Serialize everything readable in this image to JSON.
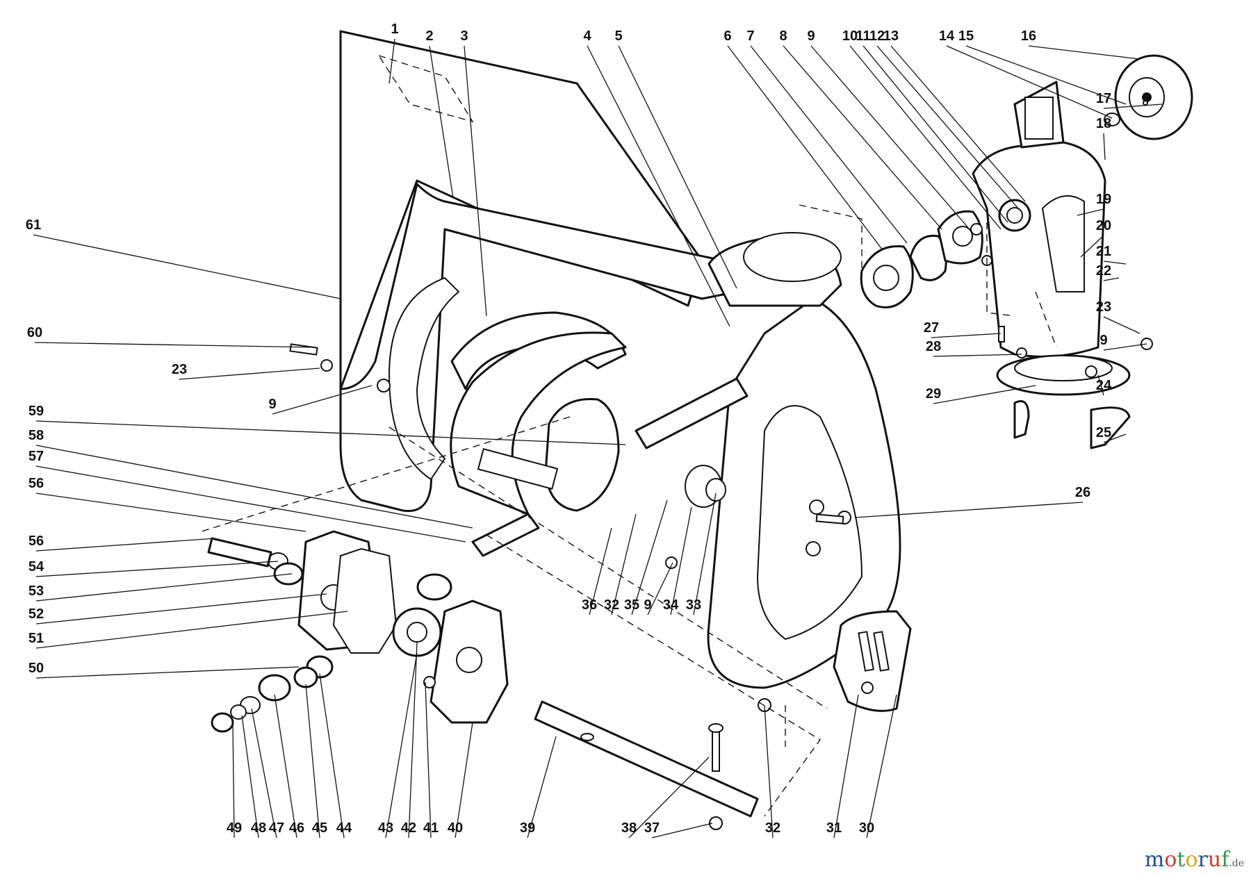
{
  "labels": [
    {
      "text": "1"
    },
    {
      "text": "2"
    },
    {
      "text": "3"
    },
    {
      "text": "4"
    },
    {
      "text": "5"
    },
    {
      "text": "6"
    },
    {
      "text": "7"
    },
    {
      "text": "8"
    },
    {
      "text": "9"
    },
    {
      "text": "10"
    },
    {
      "text": "11"
    },
    {
      "text": "12"
    },
    {
      "text": "13"
    },
    {
      "text": "14"
    },
    {
      "text": "15"
    },
    {
      "text": "16"
    },
    {
      "text": "17"
    },
    {
      "text": "18"
    },
    {
      "text": "19"
    },
    {
      "text": "20"
    },
    {
      "text": "21"
    },
    {
      "text": "22"
    },
    {
      "text": "23"
    },
    {
      "text": "9"
    },
    {
      "text": "24"
    },
    {
      "text": "25"
    },
    {
      "text": "26"
    },
    {
      "text": "27"
    },
    {
      "text": "28"
    },
    {
      "text": "29"
    },
    {
      "text": "61"
    },
    {
      "text": "60"
    },
    {
      "text": "23"
    },
    {
      "text": "9"
    },
    {
      "text": "59"
    },
    {
      "text": "58"
    },
    {
      "text": "57"
    },
    {
      "text": "56"
    },
    {
      "text": "56"
    },
    {
      "text": "54"
    },
    {
      "text": "53"
    },
    {
      "text": "52"
    },
    {
      "text": "51"
    },
    {
      "text": "50"
    },
    {
      "text": "36"
    },
    {
      "text": "32"
    },
    {
      "text": "35"
    },
    {
      "text": "9"
    },
    {
      "text": "34"
    },
    {
      "text": "33"
    },
    {
      "text": "49"
    },
    {
      "text": "48"
    },
    {
      "text": "47"
    },
    {
      "text": "46"
    },
    {
      "text": "45"
    },
    {
      "text": "44"
    },
    {
      "text": "43"
    },
    {
      "text": "42"
    },
    {
      "text": "41"
    },
    {
      "text": "40"
    },
    {
      "text": "39"
    },
    {
      "text": "38"
    },
    {
      "text": "37"
    },
    {
      "text": "32"
    },
    {
      "text": "31"
    },
    {
      "text": "30"
    }
  ],
  "watermark": {
    "letters": [
      "m",
      "o",
      "t",
      "o",
      "r",
      "u",
      "f"
    ],
    "suffix": ".de",
    "colors": [
      "#1f4e9e",
      "#d43a2a",
      "#2a9d3c",
      "#e0a11b",
      "#1f4e9e",
      "#d43a2a",
      "#2a9d3c"
    ],
    "suffix_color": "#555555"
  }
}
